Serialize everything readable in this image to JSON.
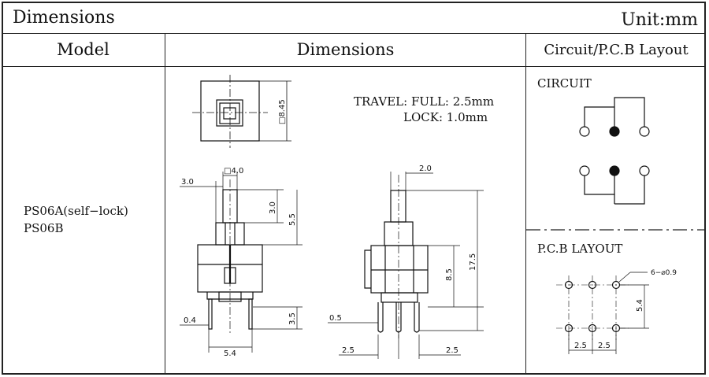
{
  "header": {
    "title": "Dimensions",
    "unit": "Unit:mm"
  },
  "columns": {
    "model": "Model",
    "dimensions": "Dimensions",
    "layout": "Circuit/P.C.B Layout"
  },
  "models": [
    "PS06A(self−lock)",
    "PS06B"
  ],
  "travel": {
    "full": "TRAVEL: FULL: 2.5mm",
    "lock": "LOCK: 1.0mm"
  },
  "circuit_label": "CIRCUIT",
  "pcb_label": "P.C.B LAYOUT",
  "dims": {
    "top_square": "□8.45",
    "stem_square": "□4.0",
    "left_offset": "3.0",
    "stem_height": "3.0",
    "cap_height": "5.5",
    "pin_height": "3.5",
    "pin_thick": "0.4",
    "pin_span": "5.4",
    "side_stem": "2.0",
    "body_height": "8.5",
    "total_height": "17.5",
    "side_pin": "0.5",
    "pitch_left": "2.5",
    "pitch_right": "2.5",
    "hole": "6−⌀0.9",
    "pcb_row": "5.4",
    "pcb_pitch_a": "2.5",
    "pcb_pitch_b": "2.5"
  }
}
